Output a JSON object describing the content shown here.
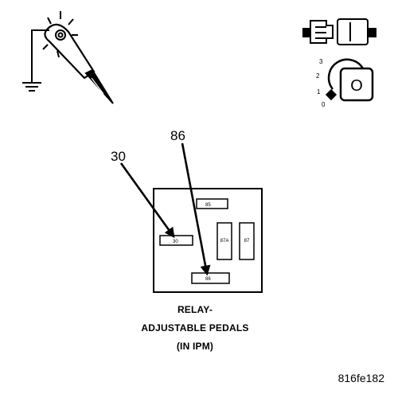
{
  "pins": {
    "callout_30": "30",
    "callout_86": "86",
    "p85": "85",
    "p30": "30",
    "p87a": "87A",
    "p87": "87",
    "p86": "86"
  },
  "key_positions": [
    "3",
    "2",
    "1",
    "0"
  ],
  "key_label": "O",
  "caption": {
    "line1": "RELAY-",
    "line2": "ADJUSTABLE PEDALS",
    "line3": "(IN IPM)"
  },
  "figure_id": "816fe182",
  "icons": [
    "test-light-probe-icon",
    "connector-icon",
    "ignition-key-icon"
  ]
}
